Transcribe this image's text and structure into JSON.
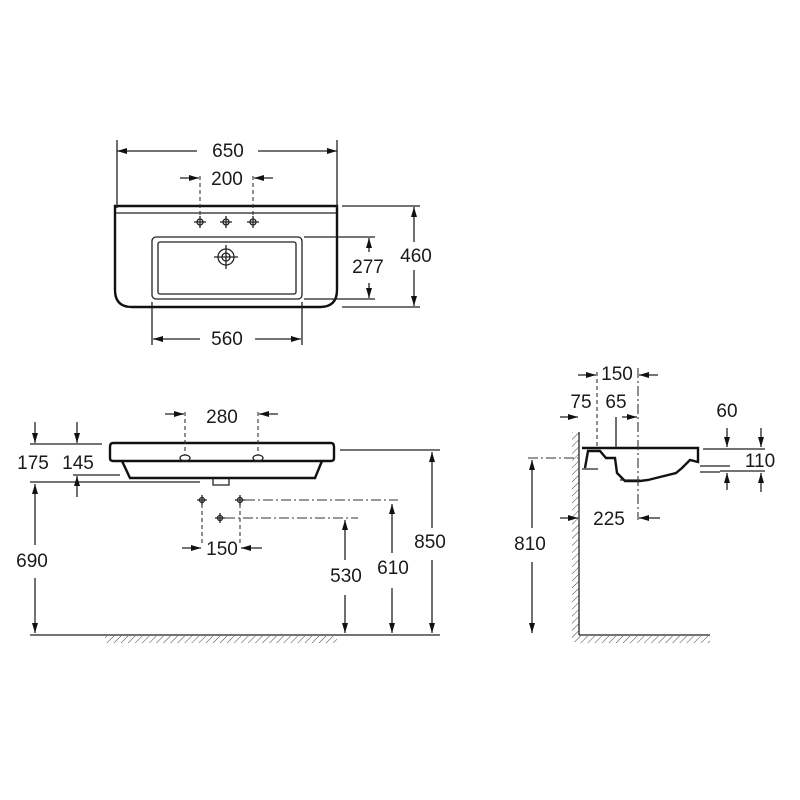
{
  "top_view": {
    "width": "650",
    "tap_spacing": "200",
    "bowl_depth": "277",
    "depth": "460",
    "bowl_width": "560"
  },
  "front_view": {
    "tap_spacing": "280",
    "d175": "175",
    "d145": "145",
    "d690": "690",
    "d150": "150",
    "d530": "530",
    "d610": "610",
    "d850": "850"
  },
  "side_view": {
    "d150": "150",
    "d75": "75",
    "d65": "65",
    "d60": "60",
    "d110": "110",
    "d225": "225",
    "d810": "810"
  }
}
